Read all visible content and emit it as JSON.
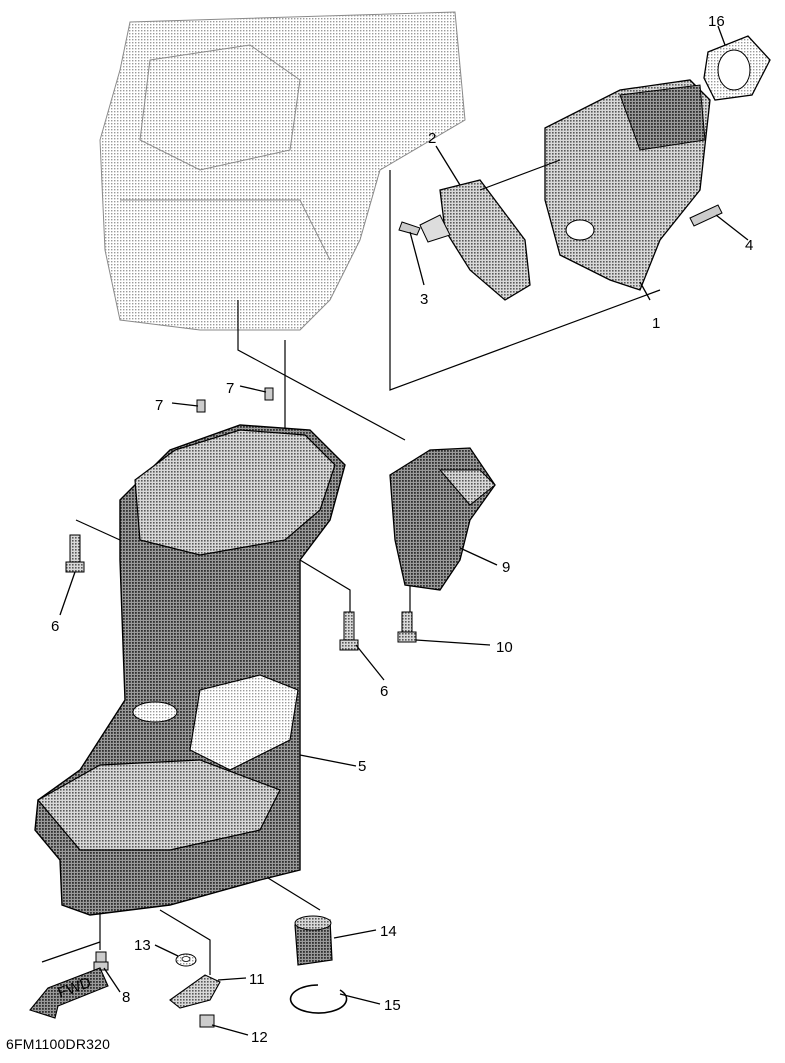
{
  "diagram": {
    "drawing_code": "6FM1100DR320",
    "callouts": {
      "c1": "1",
      "c2": "2",
      "c3": "3",
      "c4": "4",
      "c5": "5",
      "c6a": "6",
      "c6b": "6",
      "c7a": "7",
      "c7b": "7",
      "c8": "8",
      "c9": "9",
      "c10": "10",
      "c11": "11",
      "c12": "12",
      "c13": "13",
      "c14": "14",
      "c15": "15",
      "c16": "16"
    },
    "arrow_label": "FWD",
    "colors": {
      "line": "#000000",
      "shade": "#c8c8c8",
      "shade_dark": "#8a8a8a",
      "light": "#e4e4e4"
    }
  }
}
